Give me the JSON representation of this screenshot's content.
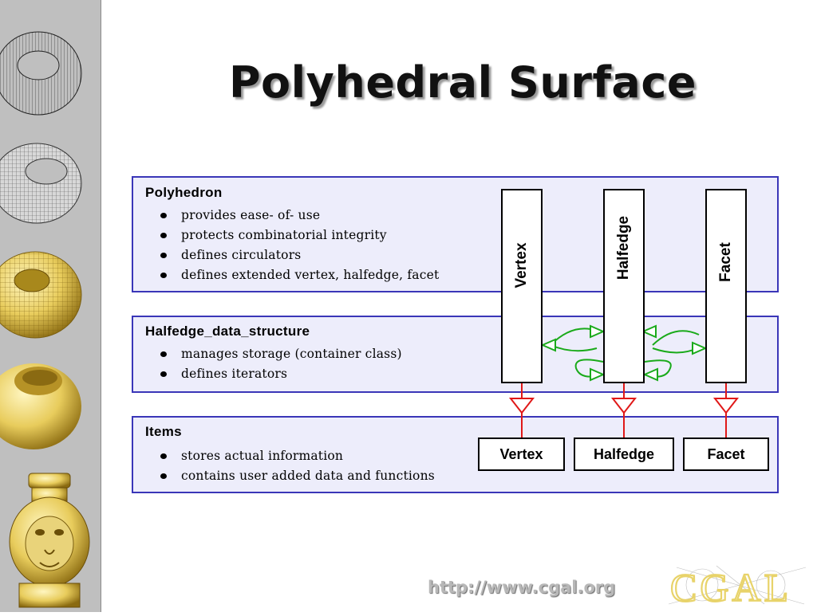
{
  "slide": {
    "title": "Polyhedral Surface",
    "footer_url": "http://www.cgal.org",
    "logo_text": "CGAL"
  },
  "sidebar": {
    "images": [
      "wireframe-torus",
      "mesh-torus",
      "shaded-mesh-torus",
      "shaded-torus",
      "lion-head-sculpture"
    ]
  },
  "panels": {
    "polyhedron": {
      "title": "Polyhedron",
      "bullets": [
        "provides ease- of- use",
        "protects combinatorial integrity",
        "defines circulators",
        "defines extended vertex, halfedge, facet"
      ]
    },
    "hds": {
      "title": "Halfedge_data_structure",
      "bullets": [
        "manages storage (container class)",
        "defines iterators"
      ]
    },
    "items": {
      "title": "Items",
      "bullets": [
        "stores actual information",
        "contains user added data and functions"
      ]
    }
  },
  "columns": [
    "Vertex",
    "Halfedge",
    "Facet"
  ],
  "items_boxes": [
    "Vertex",
    "Halfedge",
    "Facet"
  ],
  "colors": {
    "panel_border": "#3a36b8",
    "panel_fill": "#ededfb",
    "inherit_arrow": "#e01818",
    "reference_arrow": "#1aaa1a",
    "logo": "#e8d36a"
  }
}
